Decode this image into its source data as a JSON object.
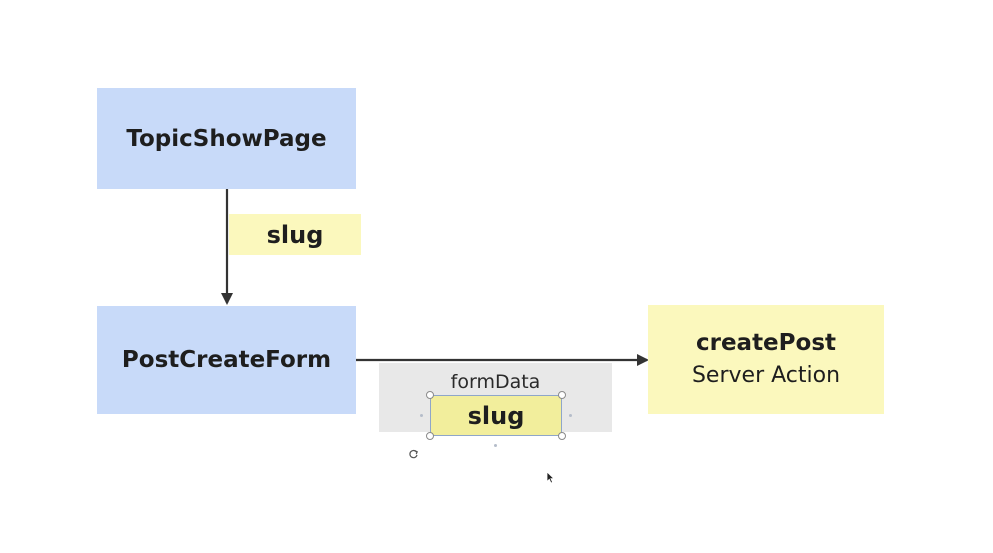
{
  "nodes": {
    "topic_show_page": "TopicShowPage",
    "post_create_form": "PostCreateForm",
    "create_post_title": "createPost",
    "create_post_subtitle": "Server Action"
  },
  "edges": {
    "slug_label": "slug",
    "form_data_label": "formData",
    "form_data_field": "slug"
  },
  "colors": {
    "component_fill": "#c8daf9",
    "action_fill": "#fbf8bd",
    "label_fill": "#fbf8bd",
    "selected_label_fill": "#f2ee9c",
    "group_fill": "#e8e8e8",
    "arrow": "#333333"
  },
  "icons": {
    "rotate_handle": "rotate-icon",
    "cursor": "mouse-pointer-icon"
  }
}
